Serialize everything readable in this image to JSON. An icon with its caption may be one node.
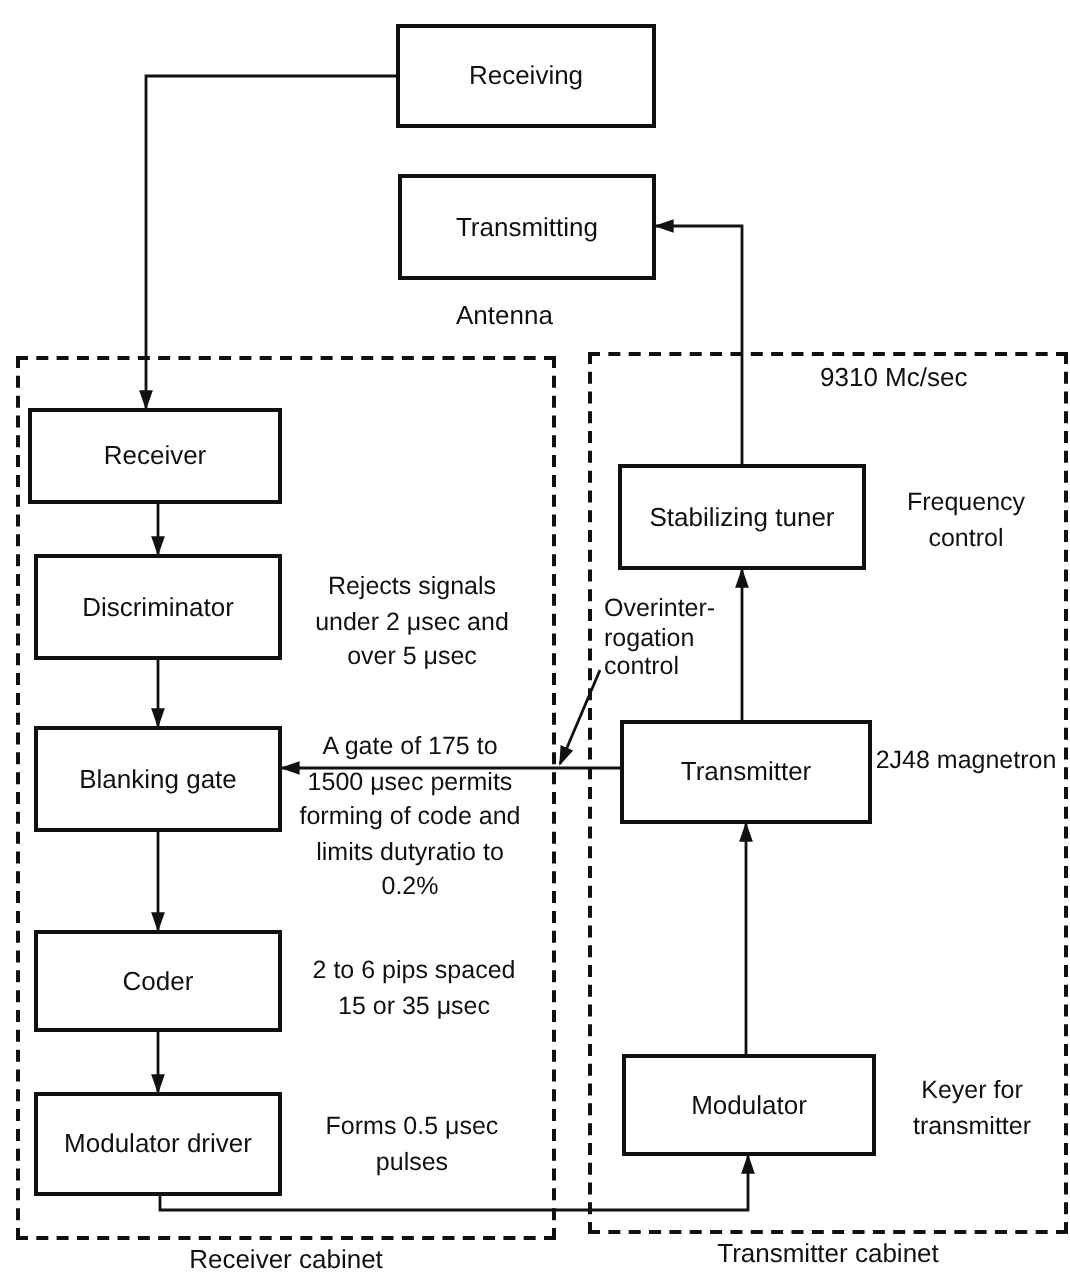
{
  "diagram": {
    "nodes": [
      {
        "text": [
          "Receiving"
        ]
      },
      {
        "text": [
          "Transmitting"
        ]
      },
      {
        "text": [
          "Receiver cabinet"
        ]
      },
      {
        "text": [
          "Receiver"
        ],
        "in": 2
      },
      {
        "text": [
          "Discriminator"
        ],
        "in": 2,
        "beside": [
          "Rejects signals under 2 μsec and over 5 μsec"
        ]
      },
      {
        "text": [
          "Blanking gate"
        ],
        "in": 2,
        "beside": [
          "A gate of 175 to 1500 μsec permits forming of code and limits dutyratio to 0.2%"
        ]
      },
      {
        "text": [
          "Coder"
        ],
        "in": 2,
        "beside": [
          "2 to 6 pips spaced 15 or 35 μsec"
        ]
      },
      {
        "text": [
          "Modulator driver"
        ],
        "in": 2,
        "beside": [
          "Forms 0.5 μsec pulses"
        ]
      },
      {
        "text": [
          "Transmitter cabinet"
        ]
      },
      {
        "text": [
          "Stabilizing tuner"
        ],
        "in": 8,
        "beside": [
          "Frequency control"
        ]
      },
      {
        "text": [
          "Transmitter"
        ],
        "in": 8,
        "beside": [
          "2J48 magnetron"
        ]
      },
      {
        "text": [
          "Modulator"
        ],
        "in": 8,
        "beside": [
          "Keyer for transmitter"
        ]
      },
      {
        "text": [
          "Overinter- rogation control"
        ],
        "in": 8
      }
    ],
    "edges": [
      {
        "from": 0,
        "to": 3,
        "arrow": "to"
      },
      {
        "from": 3,
        "to": 4,
        "arrow": "to"
      },
      {
        "from": 4,
        "to": 5,
        "arrow": "to"
      },
      {
        "from": 5,
        "to": 6,
        "arrow": "to"
      },
      {
        "from": 6,
        "to": 7,
        "arrow": "to"
      },
      {
        "from": 7,
        "to": 11,
        "arrow": "to"
      },
      {
        "from": 11,
        "to": 10,
        "arrow": "to"
      },
      {
        "from": 10,
        "to": 9,
        "arrow": "to"
      },
      {
        "from": 9,
        "to": 1,
        "arrow": "to"
      },
      {
        "from": 10,
        "to": 5,
        "arrow": "to"
      },
      {
        "from": 12,
        "to": null,
        "arrow": "to"
      }
    ],
    "labels": [
      "Antenna",
      "9310 Mc/sec"
    ]
  }
}
